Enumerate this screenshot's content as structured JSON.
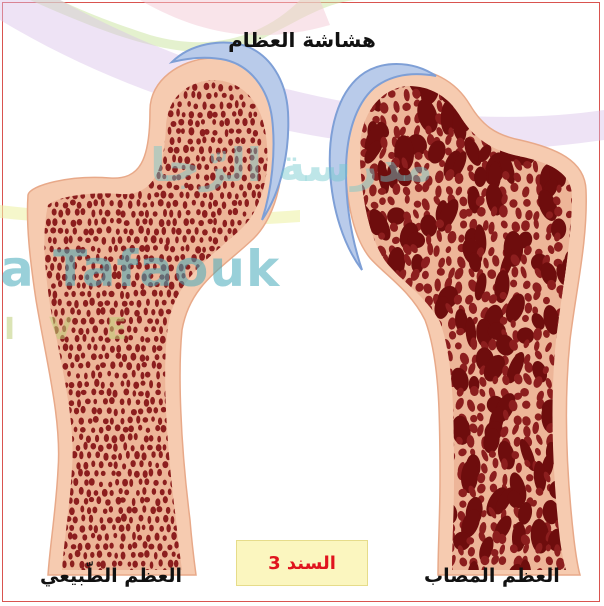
{
  "diagram": {
    "title": "هشاشة العظام",
    "normal_label": "العظم الطّبيعي",
    "affected_label": "العظم المصاب",
    "document_label": "السند 3"
  },
  "watermark": {
    "arabic": "مدرسة الرّجا",
    "latin": "a Tafaouk",
    "sub": "IVE"
  },
  "colors": {
    "bone_outer": "#f6cbb0",
    "bone_inner": "#edb598",
    "pore": "#8c1e1e",
    "pore_dark": "#6e0d0d",
    "cartilage": "#b9cbea",
    "cartilage_edge": "#7e9fd6",
    "document_text": "#e0141e",
    "document_bg": "#fbf6bf"
  }
}
